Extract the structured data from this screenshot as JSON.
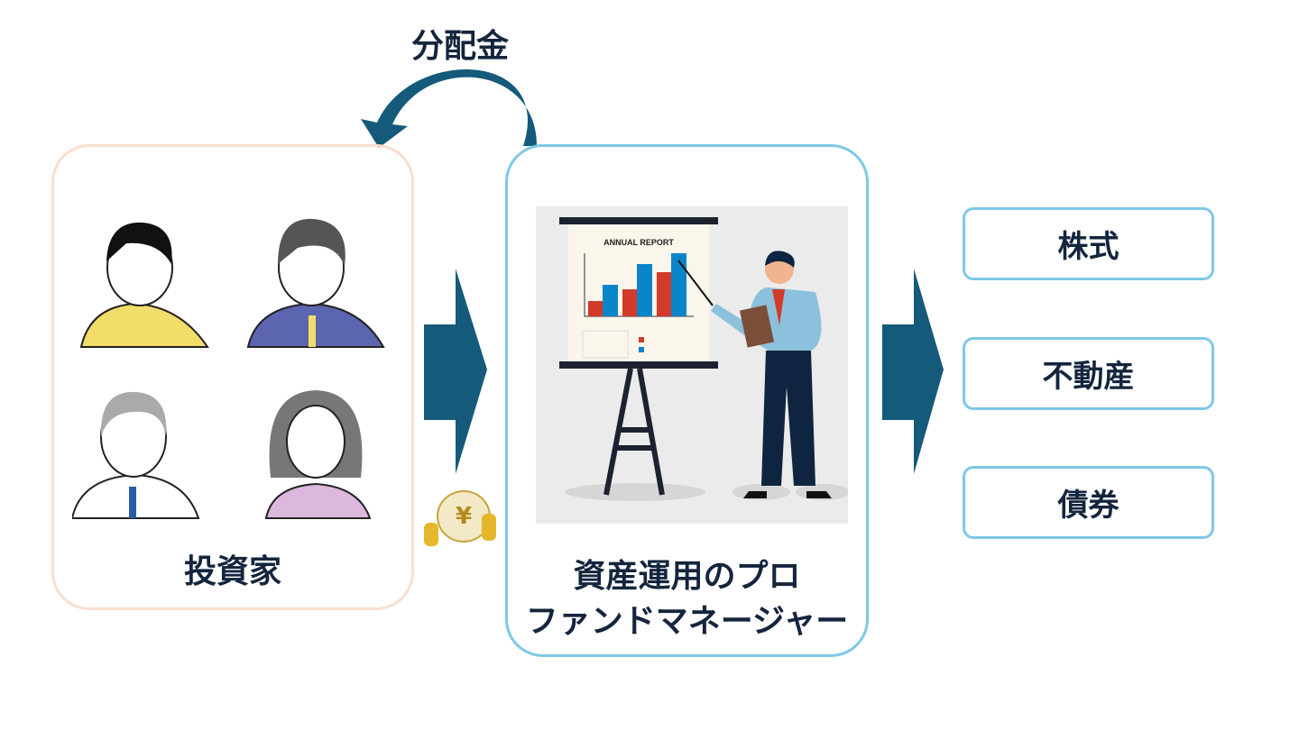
{
  "dividend_label": "分配金",
  "investors": {
    "label": "投資家"
  },
  "manager": {
    "line1": "資産運用のプロ",
    "line2": "ファンドマネージャー",
    "report_title": "ANNUAL REPORT"
  },
  "assets": [
    {
      "label": "株式"
    },
    {
      "label": "不動産"
    },
    {
      "label": "債券"
    }
  ],
  "money_bag_symbol": "¥",
  "colors": {
    "arrow": "#155a7a",
    "text": "#14253d",
    "investor_border": "#f9dfd0",
    "manager_border": "#7ec8e8"
  }
}
